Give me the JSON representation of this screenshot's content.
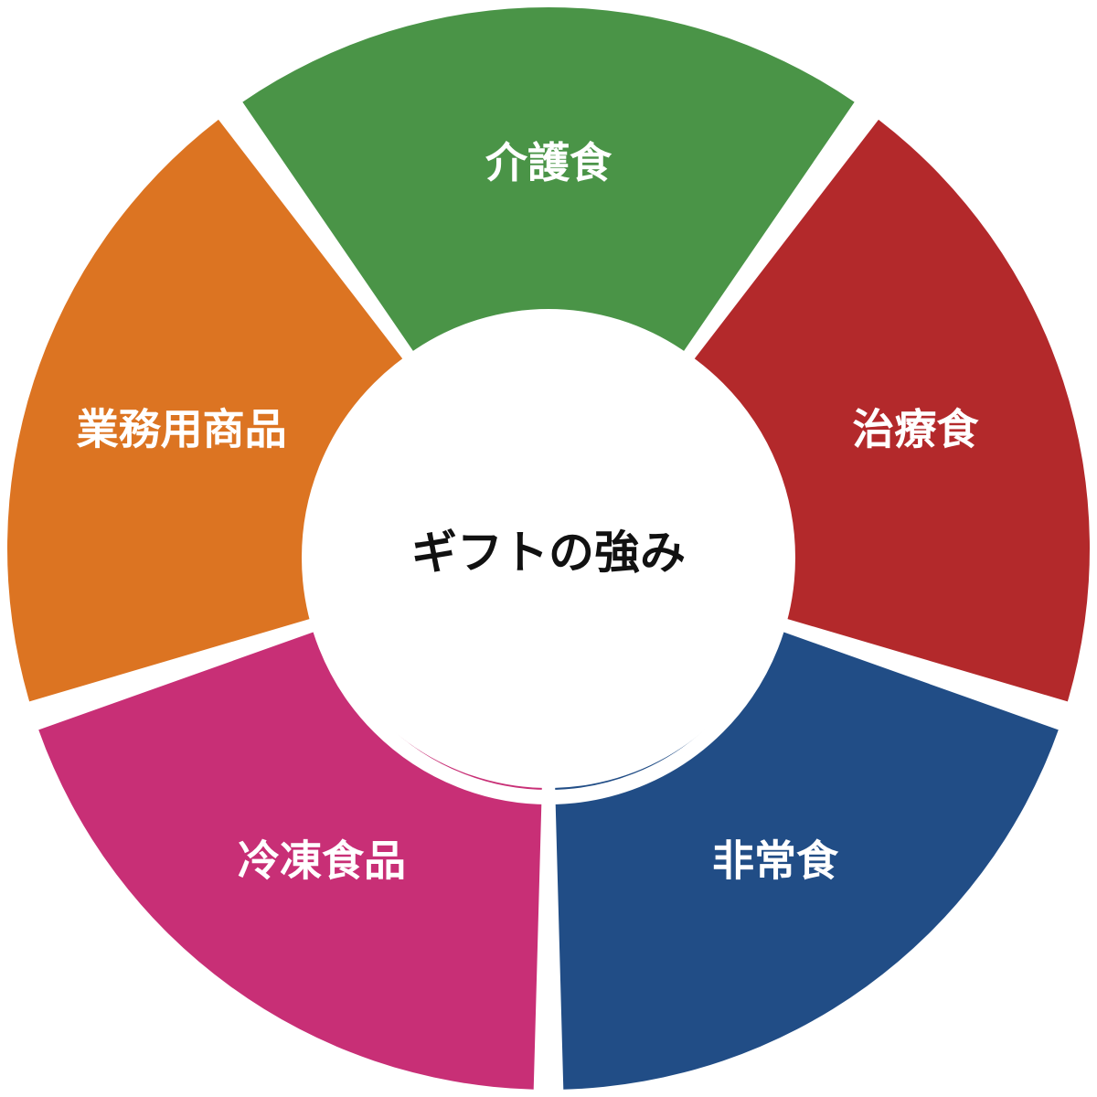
{
  "center": {
    "label": "ギフトの強み"
  },
  "segments": [
    {
      "label": "介護食",
      "color": "#4a9447"
    },
    {
      "label": "治療食",
      "color": "#b3292b"
    },
    {
      "label": "非常食",
      "color": "#214d86"
    },
    {
      "label": "冷凍食品",
      "color": "#c82f76"
    },
    {
      "label": "業務用商品",
      "color": "#dc7422"
    }
  ]
}
